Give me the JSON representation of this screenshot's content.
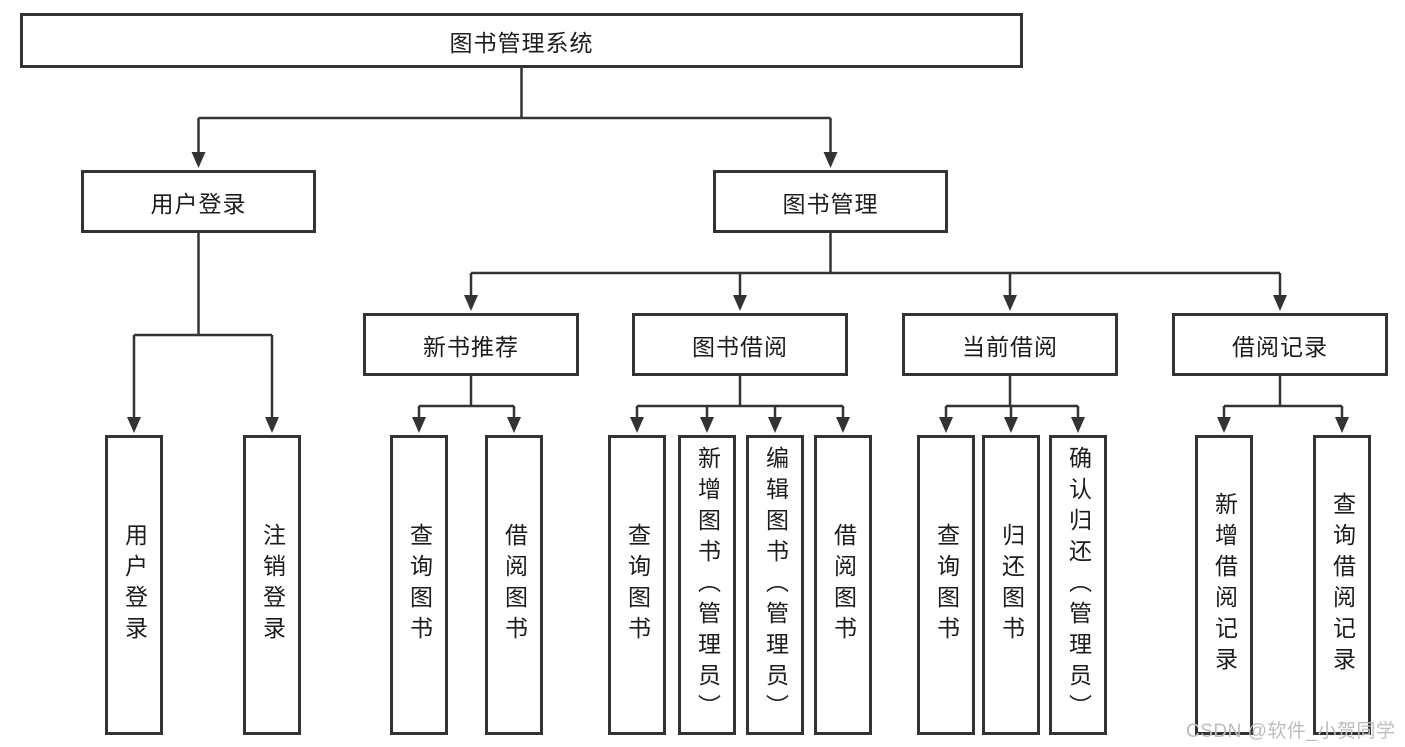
{
  "title": "图书管理系统",
  "watermark": "CSDN @软件_小贺同学",
  "colors": {
    "line": "#333333",
    "box_border": "#333333",
    "text": "#1c1c1c",
    "background": "#ffffff",
    "watermark": "#bdbdbd"
  },
  "tree": {
    "root": "图书管理系统",
    "children": [
      {
        "label": "用户登录",
        "children": [
          {
            "label": "用户登录"
          },
          {
            "label": "注销登录"
          }
        ]
      },
      {
        "label": "图书管理",
        "children": [
          {
            "label": "新书推荐",
            "children": [
              {
                "label": "查询图书"
              },
              {
                "label": "借阅图书"
              }
            ]
          },
          {
            "label": "图书借阅",
            "children": [
              {
                "label": "查询图书"
              },
              {
                "label": "新增图书（管理员）"
              },
              {
                "label": "编辑图书（管理员）"
              },
              {
                "label": "借阅图书"
              }
            ]
          },
          {
            "label": "当前借阅",
            "children": [
              {
                "label": "查询图书"
              },
              {
                "label": "归还图书"
              },
              {
                "label": "确认归还（管理员）"
              }
            ]
          },
          {
            "label": "借阅记录",
            "children": [
              {
                "label": "新增借阅记录"
              },
              {
                "label": "查询借阅记录"
              }
            ]
          }
        ]
      }
    ]
  }
}
